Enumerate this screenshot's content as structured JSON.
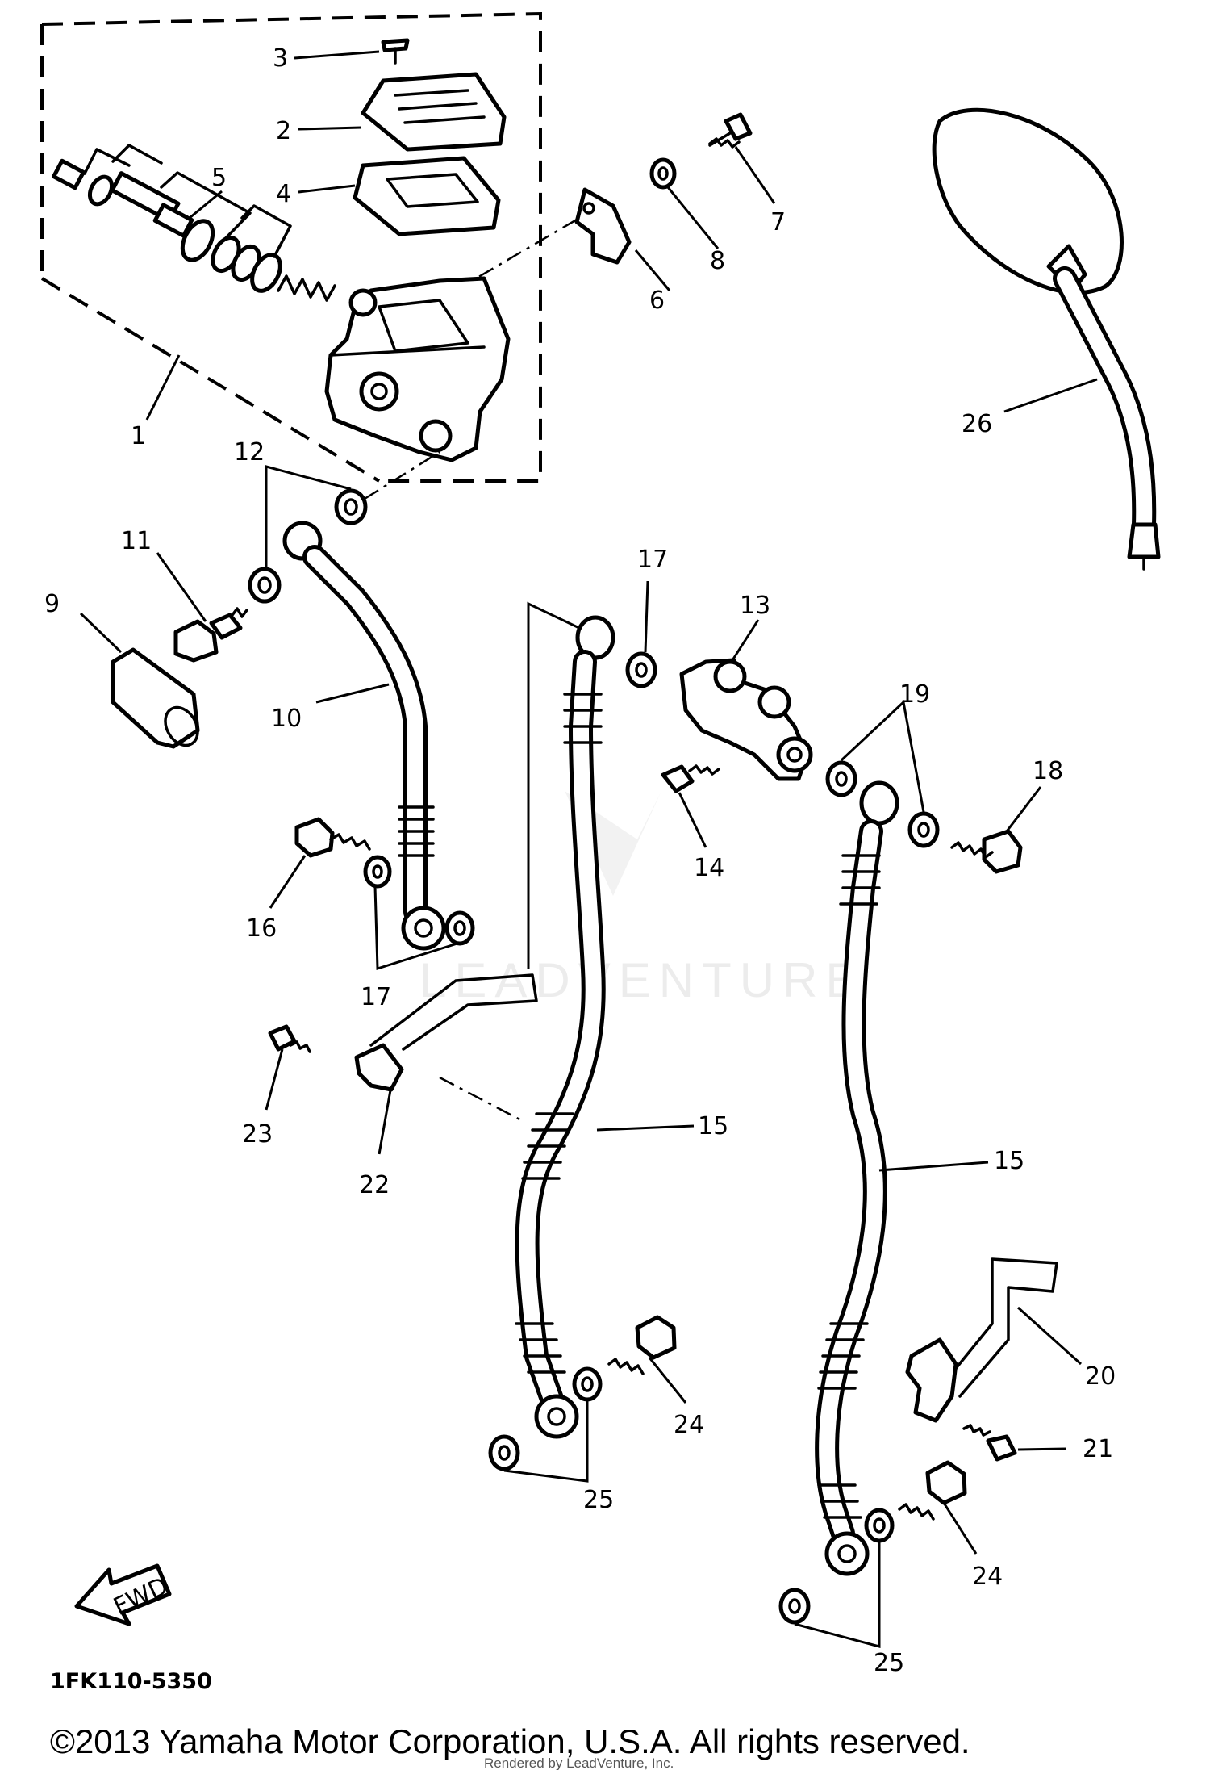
{
  "callouts": {
    "c1": "1",
    "c2": "2",
    "c3": "3",
    "c4": "4",
    "c5": "5",
    "c6": "6",
    "c7": "7",
    "c8": "8",
    "c9": "9",
    "c10": "10",
    "c11": "11",
    "c12": "12",
    "c13": "13",
    "c14": "14",
    "c15a": "15",
    "c15b": "15",
    "c16": "16",
    "c17a": "17",
    "c17b": "17",
    "c18": "18",
    "c19": "19",
    "c20": "20",
    "c21": "21",
    "c22": "22",
    "c23": "23",
    "c24a": "24",
    "c24b": "24",
    "c25a": "25",
    "c25b": "25",
    "c26": "26"
  },
  "fwd_label": "FWD",
  "diagram_code": "1FK110-5350",
  "watermark": "LEADVENTURE",
  "copyright": "©2013 Yamaha Motor Corporation, U.S.A. All rights reserved.",
  "renderer_note": "Rendered by LeadVenture, Inc."
}
